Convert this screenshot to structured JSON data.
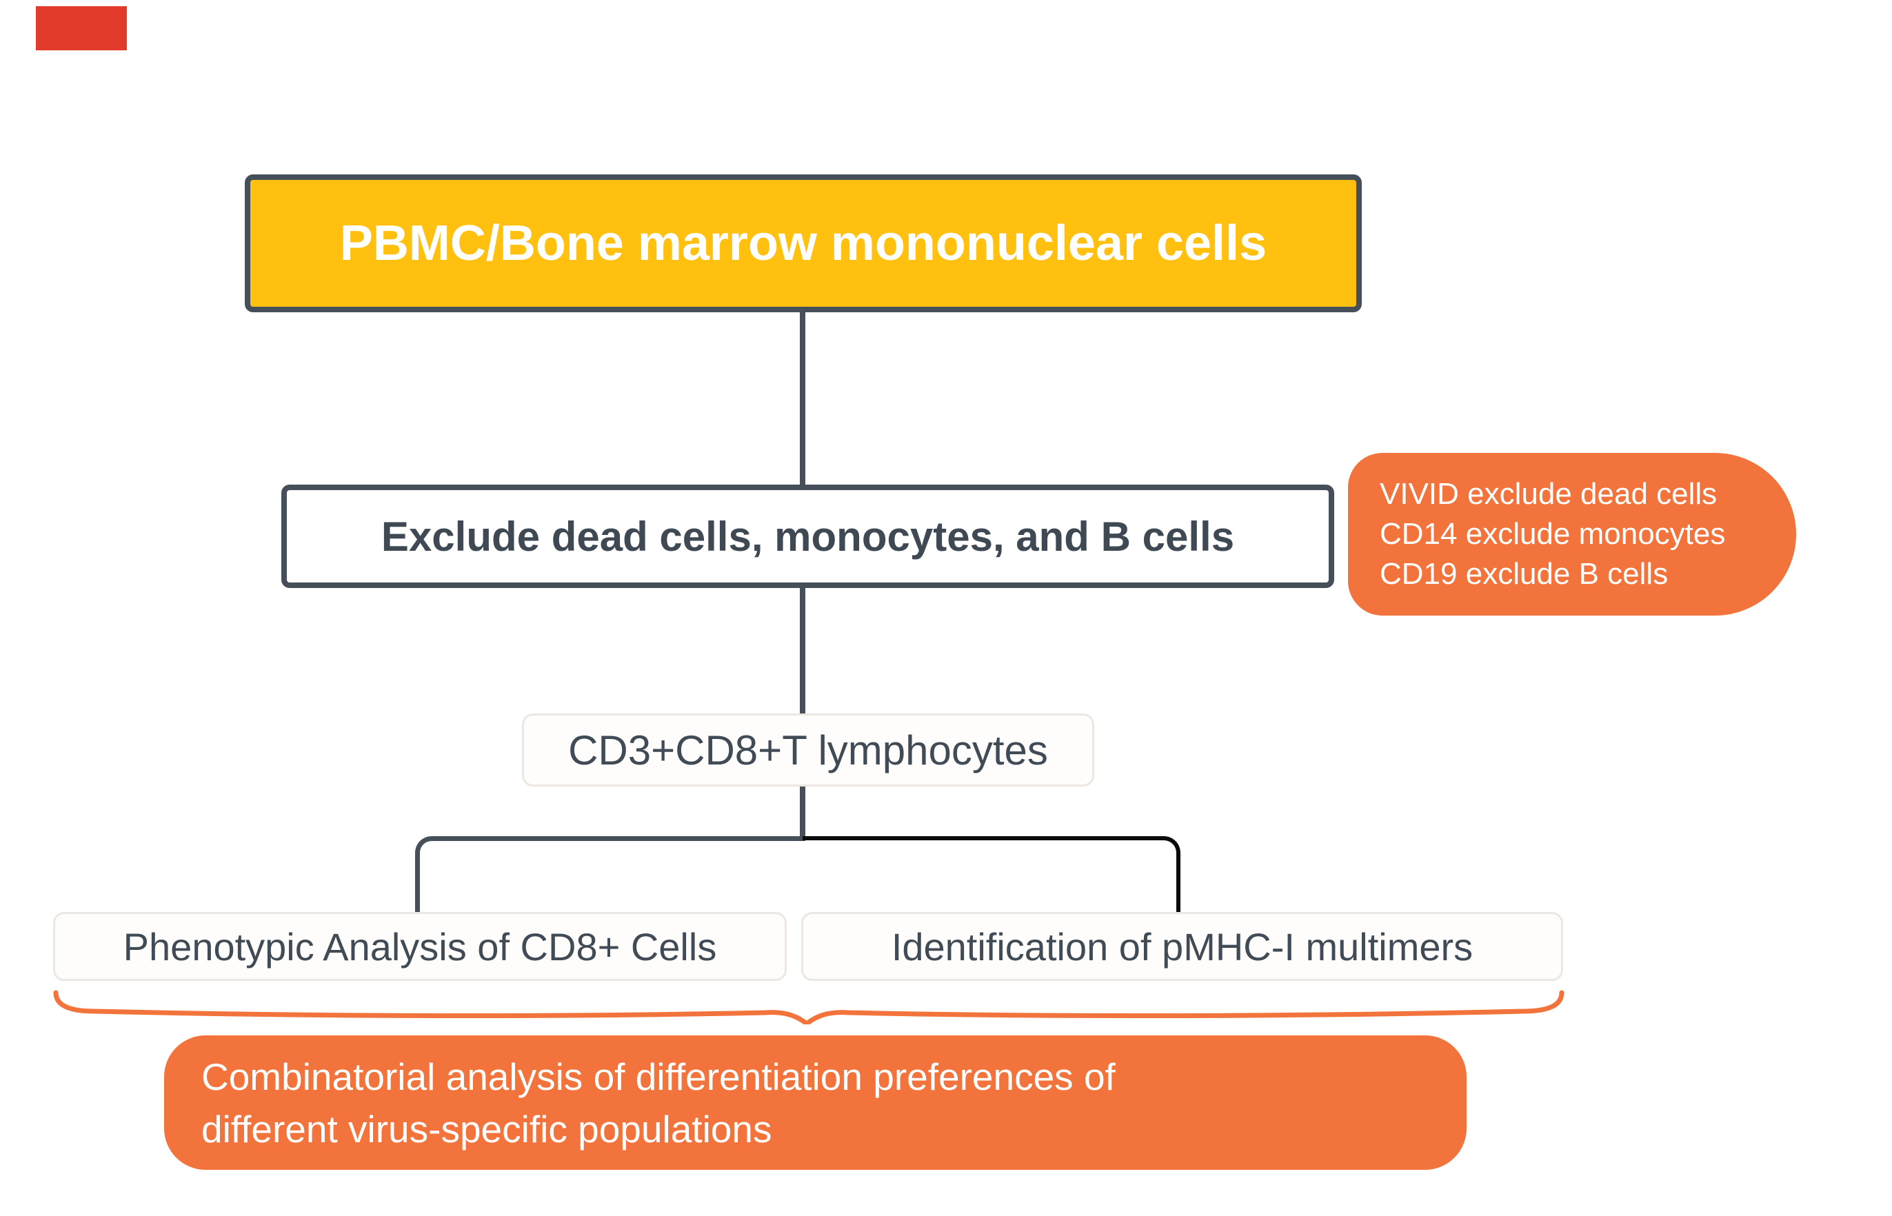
{
  "figure": {
    "description": "Flow cytometry gating strategy flowchart"
  },
  "colors": {
    "yellow": "#FFC010",
    "orange": "#F2743C",
    "slate": "#475059",
    "slate_border": "#454F59",
    "dark_text": "#3F4953",
    "black_line": "#0B0B0B",
    "light_border": "#ECE7E2",
    "white": "#FFFFFF",
    "red_marker": "#E23B2C"
  },
  "nodes": {
    "pbmc": {
      "label": "PBMC/Bone marrow mononuclear cells"
    },
    "exclude": {
      "label": "Exclude dead cells, monocytes, and B cells"
    },
    "cd3": {
      "label": "CD3+CD8+T lymphocytes"
    },
    "phenotypic": {
      "label": "Phenotypic Analysis of CD8+ Cells"
    },
    "identification": {
      "label": "Identification of pMHC-I multimers"
    },
    "combinatorial": {
      "line1": "Combinatorial analysis of differentiation preferences of",
      "line2": "different virus-specific populations"
    }
  },
  "callout": {
    "line1": "VIVID exclude dead cells",
    "line2": "CD14 exclude monocytes",
    "line3": "CD19 exclude B cells"
  }
}
